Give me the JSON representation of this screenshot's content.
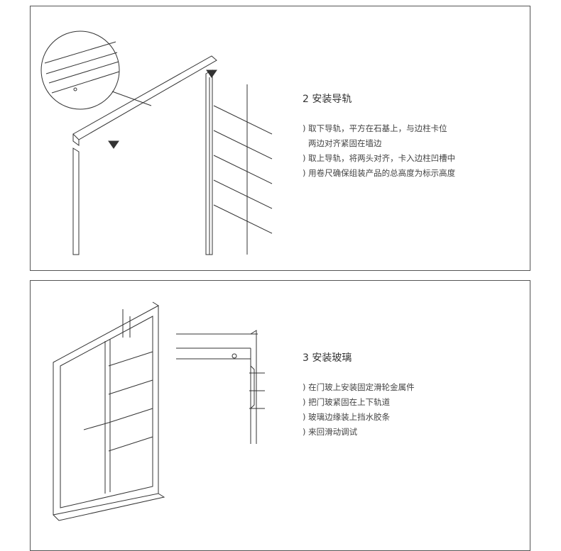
{
  "sections": [
    {
      "title": "2 安装导轨",
      "steps": [
        ") 取下导轨，平方在石基上，与边柱卡位",
        "  两边对齐紧固在墙边",
        ") 取上导轨，将两头对齐，卡入边柱凹槽中",
        ") 用卷尺确保组装产品的总高度为标示高度"
      ]
    },
    {
      "title": "3 安装玻璃",
      "steps": [
        ") 在门玻上安装固定滑轮金属件",
        ") 把门玻紧固在上下轨道",
        ") 玻璃边缘装上挡水胶条",
        ") 来回滑动调试"
      ]
    }
  ]
}
